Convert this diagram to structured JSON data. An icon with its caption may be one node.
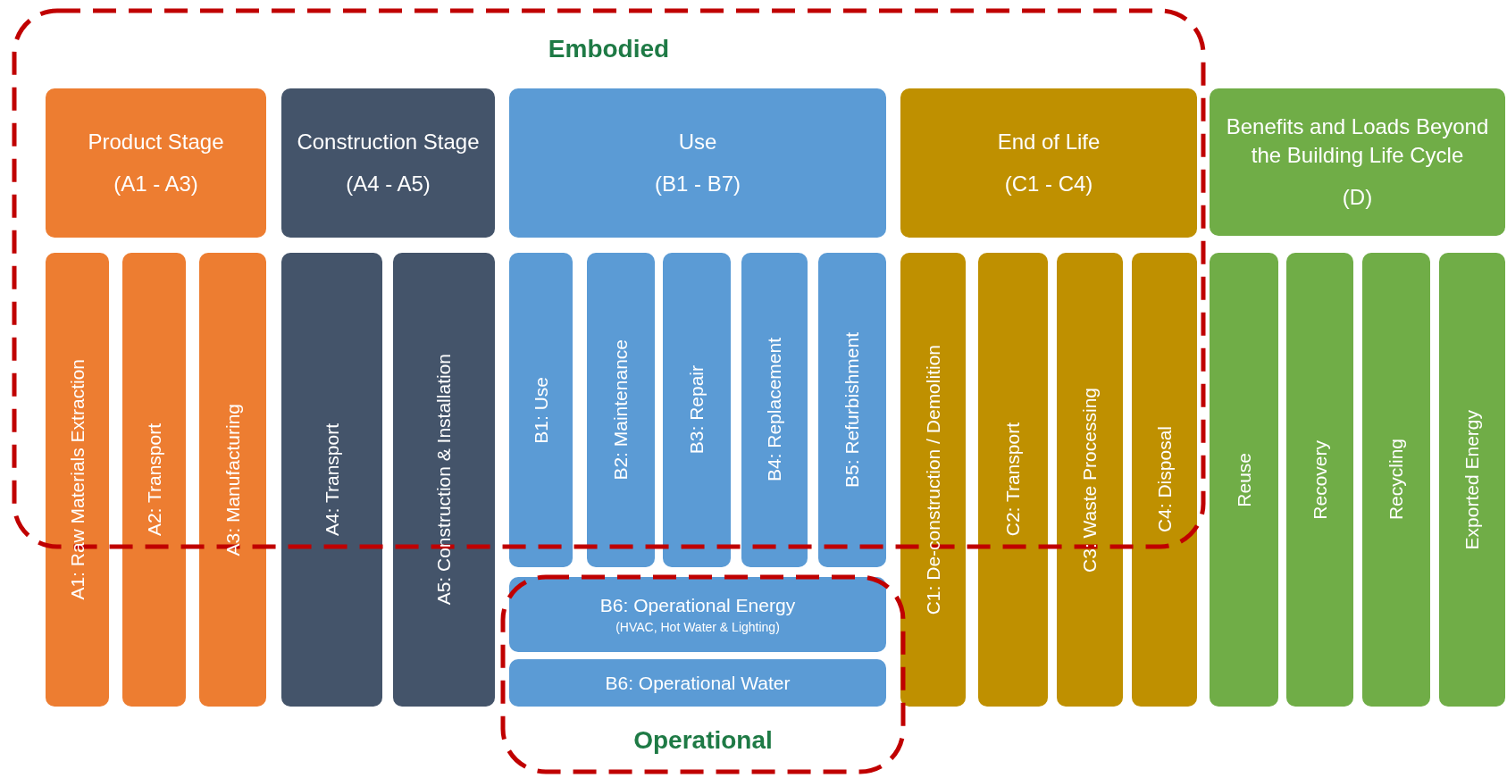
{
  "diagram": {
    "nodes": [
      {
        "text": [
          "Embodied"
        ]
      },
      {
        "text": [
          "Product Stage",
          "(A1 - A3)"
        ],
        "in": 0
      },
      {
        "text": [
          "Construction Stage",
          "(A4 - A5)"
        ],
        "in": 0
      },
      {
        "text": [
          "Use",
          "(B1 - B7)"
        ],
        "in": 0
      },
      {
        "text": [
          "End of Life",
          "(C1 - C4)"
        ],
        "in": 0
      },
      {
        "text": [
          "Benefits and Loads Beyond the Building Life Cycle",
          "(D)"
        ]
      },
      {
        "text": [
          "A1: Raw Materials Extraction"
        ]
      },
      {
        "text": [
          "A2: Transport"
        ]
      },
      {
        "text": [
          "A3: Manufacturing"
        ]
      },
      {
        "text": [
          "A4: Transport"
        ]
      },
      {
        "text": [
          "A5: Construction & Installation"
        ]
      },
      {
        "text": [
          "B1: Use"
        ]
      },
      {
        "text": [
          "B2: Maintenance"
        ]
      },
      {
        "text": [
          "B3: Repair"
        ]
      },
      {
        "text": [
          "B4: Replacement"
        ]
      },
      {
        "text": [
          "B5: Refurbishment"
        ]
      },
      {
        "text": [
          "C1: De-construction / Demolition"
        ]
      },
      {
        "text": [
          "C2: Transport"
        ]
      },
      {
        "text": [
          "C3: Waste Processing"
        ]
      },
      {
        "text": [
          "C4: Disposal"
        ]
      },
      {
        "text": [
          "Reuse"
        ]
      },
      {
        "text": [
          "Recovery"
        ]
      },
      {
        "text": [
          "Recycling"
        ]
      },
      {
        "text": [
          "Exported Energy"
        ]
      },
      {
        "text": [
          "Operational"
        ]
      },
      {
        "text": [
          "B6: Operational Energy",
          "(HVAC, Hot Water & Lighting)"
        ],
        "in": 24
      },
      {
        "text": [
          "B6: Operational Water"
        ],
        "in": 24
      }
    ]
  }
}
